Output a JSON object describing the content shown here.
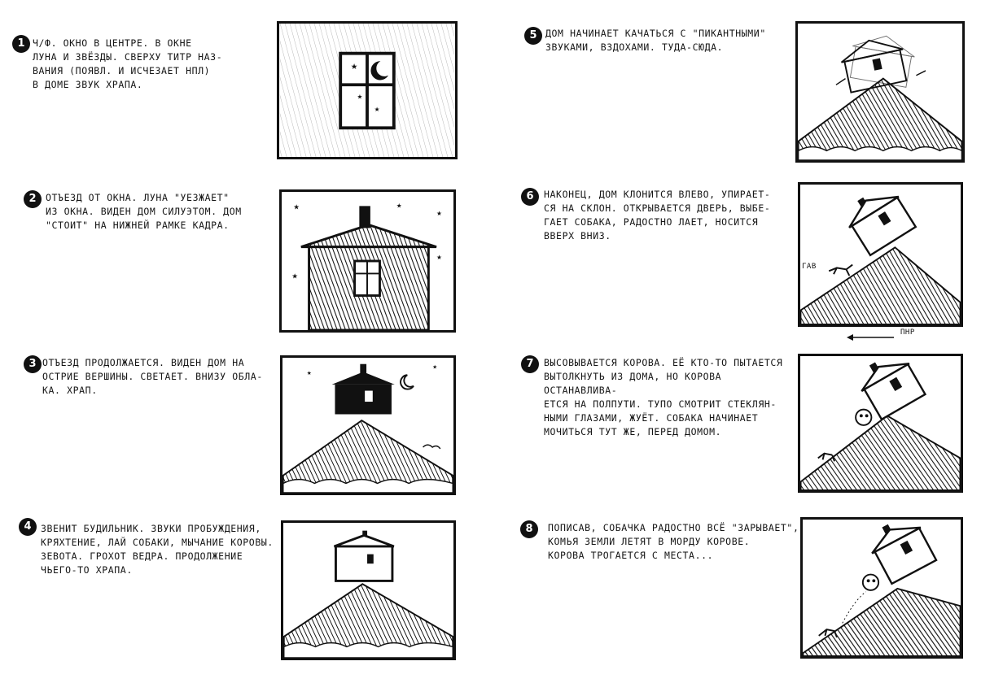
{
  "panels": [
    {
      "number": "1",
      "text": "Ч/Ф. Окно в центре. В окне\nлуна и звёзды. Сверху титр наз-\nвания (появл. и исчезает НПЛ)\nв доме звук храпа."
    },
    {
      "number": "2",
      "text": "Отъезд от окна. Луна \"уезжает\"\nиз окна. Виден дом силуэтом. Дом\n\"стоит\" на нижней рамке кадра."
    },
    {
      "number": "3",
      "text": "Отъезд продолжается. Виден дом на\nострие вершины. Светает. Внизу обла-\nка. Храп."
    },
    {
      "number": "4",
      "text": "Звенит будильник. Звуки пробуждения,\nкряхтение, лай собаки, мычание коровы.\nЗевота. Грохот ведра. Продолжение\nчьего-то храпа."
    },
    {
      "number": "5",
      "text": "Дом начинает качаться с \"пикантными\"\nзвуками, вздохами. Туда-сюда."
    },
    {
      "number": "6",
      "text": "Наконец, дом клонится влево, упирает-\nся на склон. Открывается дверь, выбе-\nгает собака, радостно лает, носится\nвверх вниз."
    },
    {
      "number": "7",
      "text": "Высовывается корова. Её кто-то пытается\nвытолкнуть из дома, но корова останавлива-\nется на полпути. Тупо смотрит стеклян-\nными глазами, жуёт. Собака начинает\nмочиться тут же, перед домом."
    },
    {
      "number": "8",
      "text": "Пописав, собачка радостно всё \"зарывает\",\nкомья земли летят в морду корове.\nКорова трогается с места..."
    }
  ],
  "sound_label": "ГАВ",
  "pan_label": "ПНР",
  "ink_color": "#111111"
}
